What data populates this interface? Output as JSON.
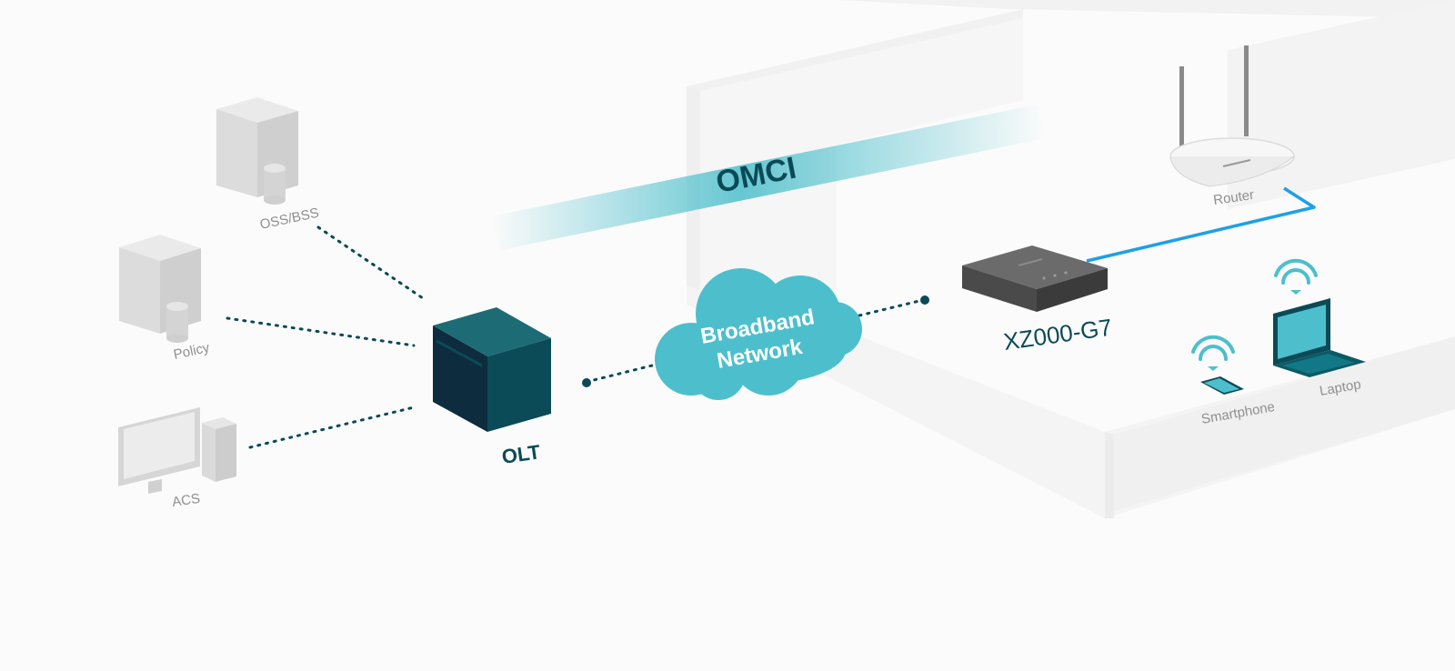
{
  "diagram": {
    "protocol_label": "OMCI",
    "nodes": {
      "oss_bss": "OSS/BSS",
      "policy": "Policy",
      "acs": "ACS",
      "olt": "OLT",
      "cloud_line1": "Broadband",
      "cloud_line2": "Network",
      "ont": "XZ000-G7",
      "router": "Router",
      "smartphone": "Smartphone",
      "laptop": "Laptop"
    },
    "colors": {
      "olt": "#0b4a57",
      "cloud": "#4dbfcc",
      "link_blue": "#1ea0e6",
      "wifi": "#4dbfcc",
      "label_gray": "#8f8f8f"
    }
  }
}
